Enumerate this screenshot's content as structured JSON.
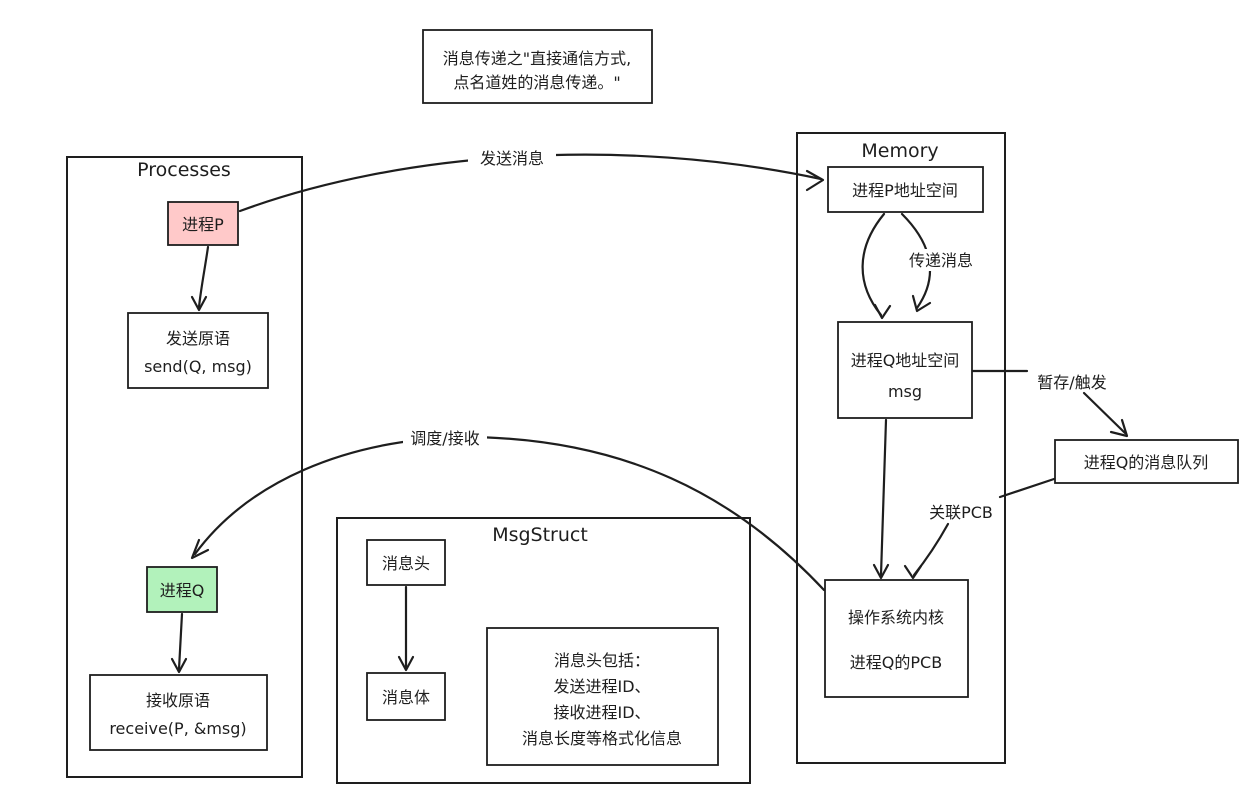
{
  "note": {
    "line1": "消息传递之\"直接通信方式,",
    "line2": "点名道姓的消息传递。\""
  },
  "processes": {
    "title": "Processes",
    "process_p": "进程P",
    "send_primitive": {
      "line1": "发送原语",
      "line2": "send(Q, msg)"
    },
    "process_q": "进程Q",
    "receive_primitive": {
      "line1": "接收原语",
      "line2": "receive(P, &msg)"
    }
  },
  "msgstruct": {
    "title": "MsgStruct",
    "header": "消息头",
    "body": "消息体",
    "info_lines": [
      "消息头包括：",
      "发送进程ID、",
      "接收进程ID、",
      "消息长度等格式化信息"
    ]
  },
  "memory": {
    "title": "Memory",
    "p_space": "进程P地址空间",
    "q_space": {
      "line1": "进程Q地址空间",
      "line2": "msg"
    },
    "kernel": {
      "line1": "操作系统内核",
      "line2": "进程Q的PCB"
    }
  },
  "queue": {
    "label": "进程Q的消息队列"
  },
  "edges": {
    "send": "发送消息",
    "transfer": "传递消息",
    "buffer": "暂存/触发",
    "schedule": "调度/接收",
    "link_pcb": "关联PCB"
  },
  "colors": {
    "stroke": "#1e1e1e",
    "process_p_fill": "#ffc9c9",
    "process_q_fill": "#b2f2bb",
    "background": "#ffffff"
  }
}
